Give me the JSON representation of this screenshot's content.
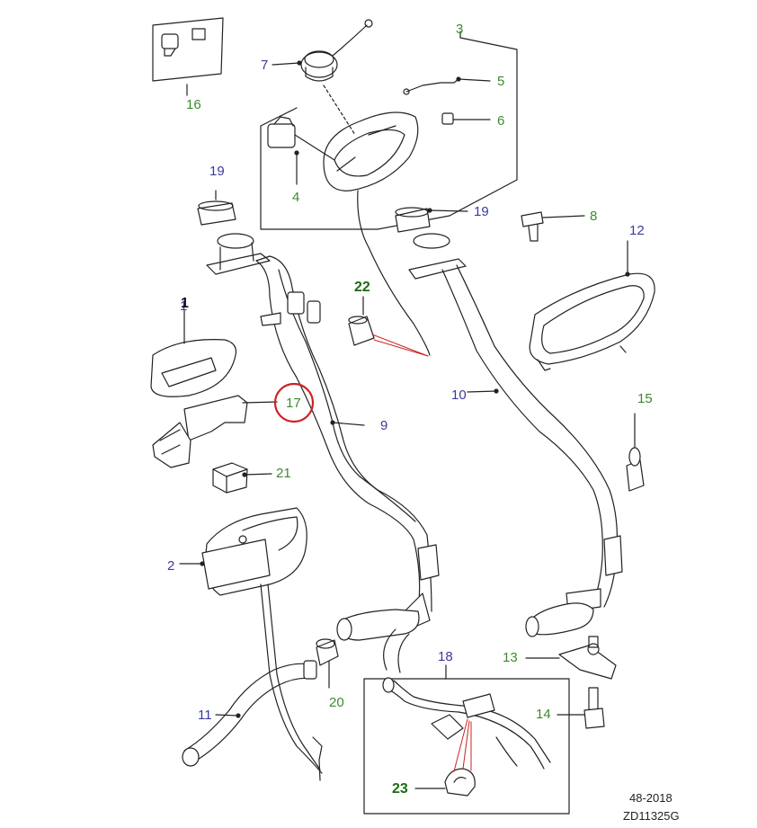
{
  "diagram": {
    "callouts": [
      {
        "id": "c1",
        "text": "1"
      },
      {
        "id": "c1b",
        "text": "1"
      },
      {
        "id": "c2",
        "text": "2"
      },
      {
        "id": "c3",
        "text": "3"
      },
      {
        "id": "c4",
        "text": "4"
      },
      {
        "id": "c5",
        "text": "5"
      },
      {
        "id": "c6",
        "text": "6"
      },
      {
        "id": "c7",
        "text": "7"
      },
      {
        "id": "c8",
        "text": "8"
      },
      {
        "id": "c9",
        "text": "9"
      },
      {
        "id": "c10",
        "text": "10"
      },
      {
        "id": "c11",
        "text": "11"
      },
      {
        "id": "c12",
        "text": "12"
      },
      {
        "id": "c13",
        "text": "13"
      },
      {
        "id": "c14",
        "text": "14"
      },
      {
        "id": "c15",
        "text": "15"
      },
      {
        "id": "c16",
        "text": "16"
      },
      {
        "id": "c17",
        "text": "17"
      },
      {
        "id": "c18",
        "text": "18"
      },
      {
        "id": "c19a",
        "text": "19"
      },
      {
        "id": "c19b",
        "text": "19"
      },
      {
        "id": "c20",
        "text": "20"
      },
      {
        "id": "c21",
        "text": "21"
      },
      {
        "id": "c22",
        "text": "22"
      },
      {
        "id": "c23",
        "text": "23"
      }
    ],
    "footer": {
      "line1": "48-2018",
      "line2": "ZD11325G"
    },
    "colors": {
      "line": "#222222",
      "callout_green": "#3d8a2e",
      "callout_blue": "#3a3aa0",
      "highlight_circle": "#cc2222",
      "leader_red": "#cc2222"
    }
  }
}
